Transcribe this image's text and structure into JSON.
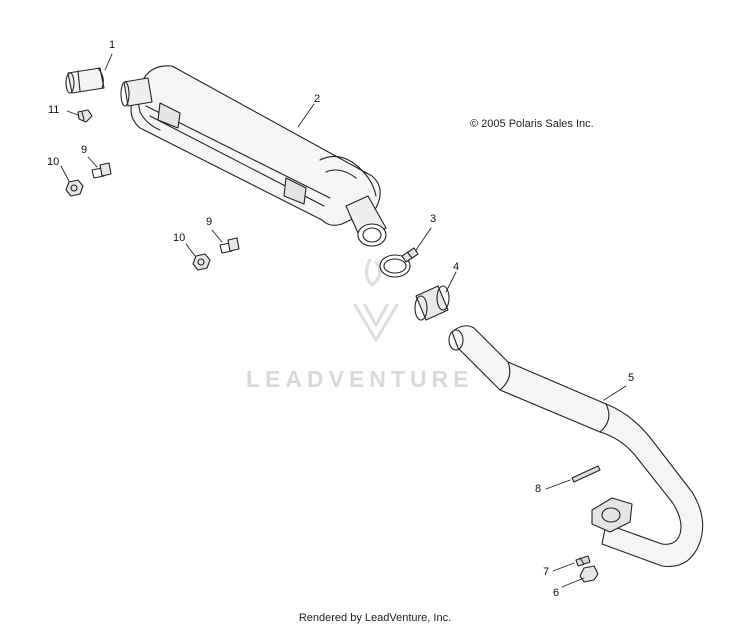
{
  "copyright": "© 2005 Polaris Sales Inc.",
  "footer": "Rendered by LeadVenture, Inc.",
  "watermark": "LEADVENTURE",
  "callouts": [
    "1",
    "2",
    "3",
    "4",
    "5",
    "6",
    "7",
    "8",
    "9",
    "10",
    "11"
  ]
}
